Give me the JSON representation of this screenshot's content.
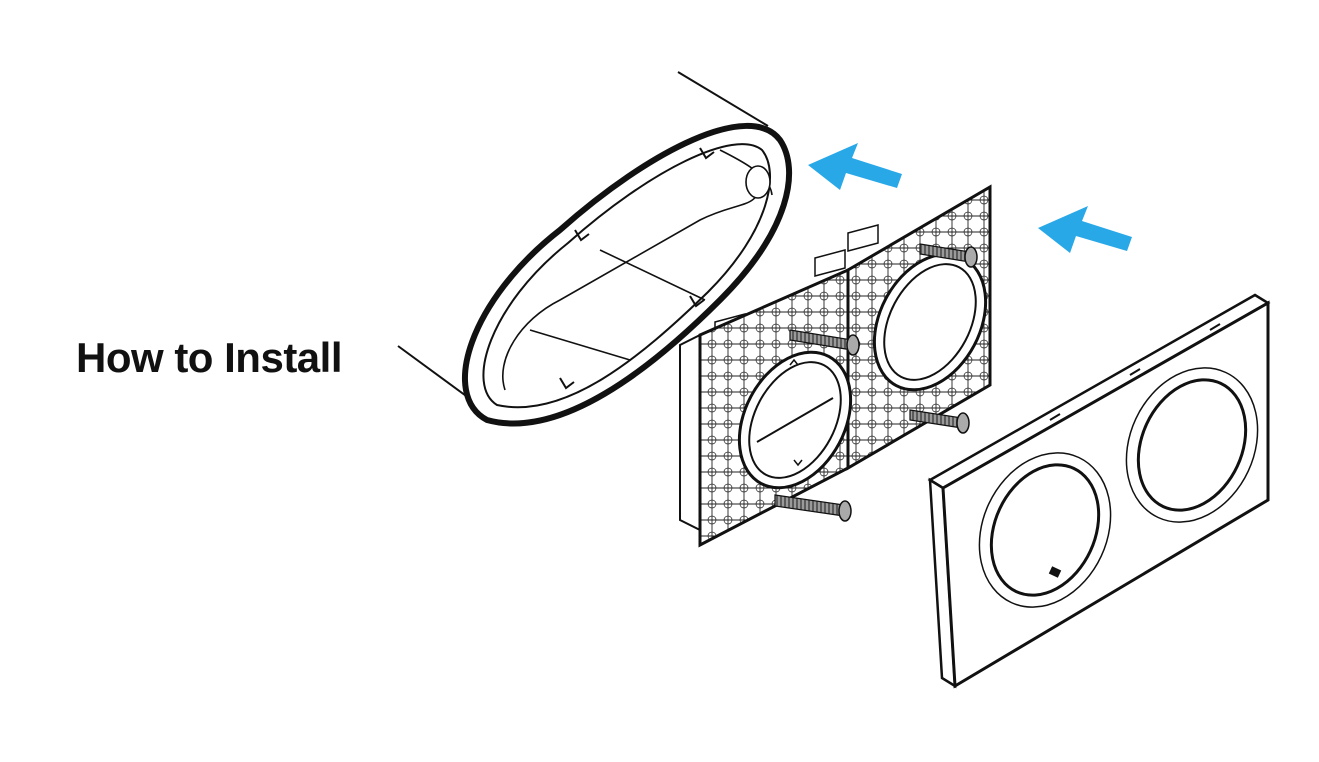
{
  "title": "How to Install",
  "colors": {
    "line": "#111111",
    "arrow": "#29a8e8",
    "frame_fill": "#ffffff",
    "knob_fill": "#ffffff",
    "screw": "#555555"
  },
  "icons": [
    "back-box",
    "switch-module",
    "rotary-knob",
    "mounting-screw",
    "insertion-arrow",
    "cover-frame"
  ]
}
